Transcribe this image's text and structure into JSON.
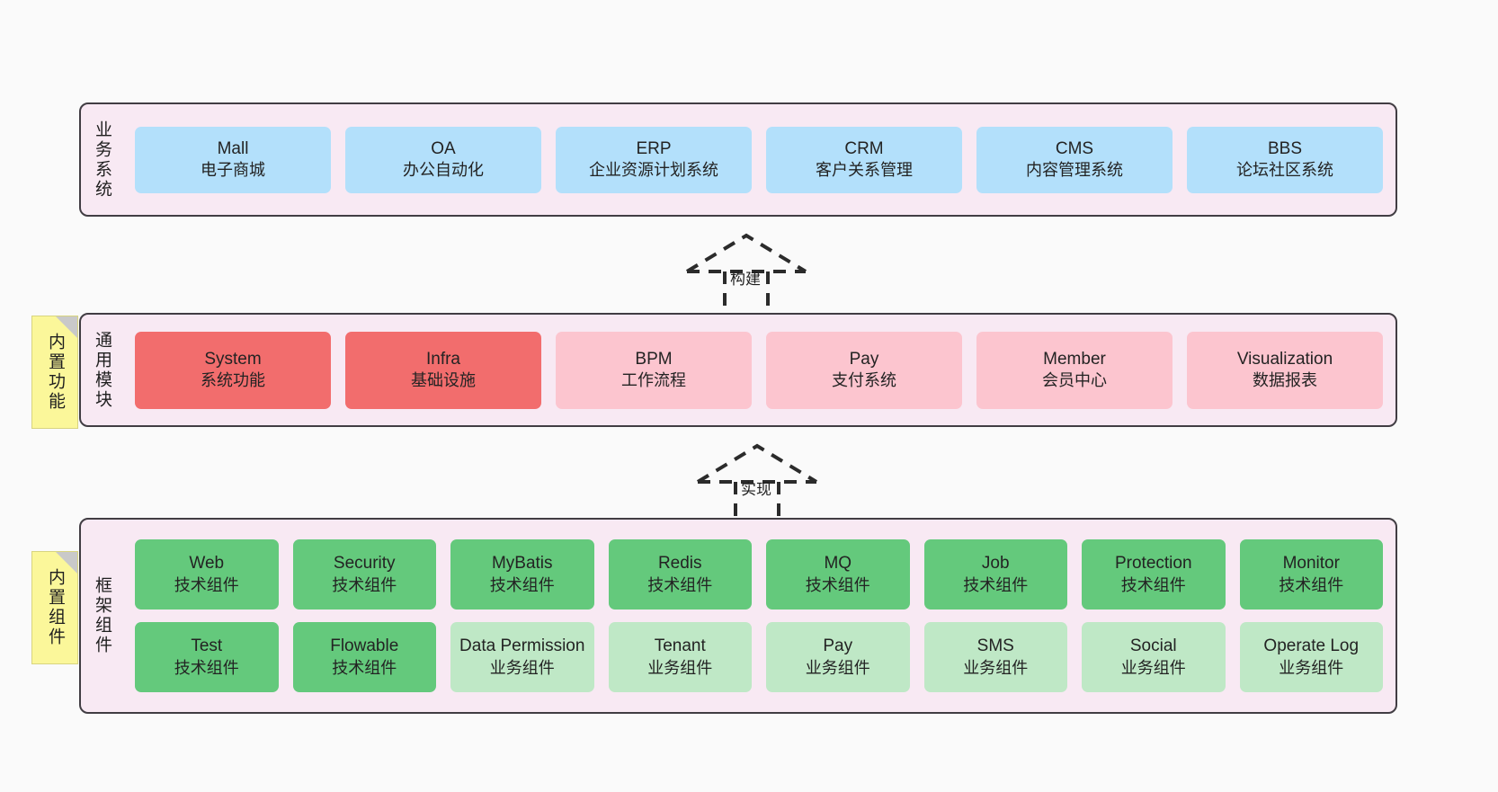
{
  "diagram": {
    "background_color": "#fafafa",
    "layer_fill": "#f8e9f3",
    "layer_border": "#413d43",
    "note_fill": "#fbf79a"
  },
  "business_layer": {
    "title": "业务系统",
    "color": "#b3e0fb",
    "nodes": [
      {
        "name": "Mall",
        "sub": "电子商城"
      },
      {
        "name": "OA",
        "sub": "办公自动化"
      },
      {
        "name": "ERP",
        "sub": "企业资源计划系统"
      },
      {
        "name": "CRM",
        "sub": "客户关系管理"
      },
      {
        "name": "CMS",
        "sub": "内容管理系统"
      },
      {
        "name": "BBS",
        "sub": "论坛社区系统"
      }
    ]
  },
  "connector_build": {
    "label": "构建"
  },
  "module_layer": {
    "title": "通用模块",
    "note": "内置功能",
    "color_primary": "#f26d6d",
    "color_secondary": "#fcc5cf",
    "nodes": [
      {
        "name": "System",
        "sub": "系统功能",
        "style": "red"
      },
      {
        "name": "Infra",
        "sub": "基础设施",
        "style": "red"
      },
      {
        "name": "BPM",
        "sub": "工作流程",
        "style": "pink"
      },
      {
        "name": "Pay",
        "sub": "支付系统",
        "style": "pink"
      },
      {
        "name": "Member",
        "sub": "会员中心",
        "style": "pink"
      },
      {
        "name": "Visualization",
        "sub": "数据报表",
        "style": "pink"
      }
    ]
  },
  "connector_implement": {
    "label": "实现"
  },
  "framework_layer": {
    "title": "框架组件",
    "note": "内置组件",
    "color_tech": "#64c97c",
    "color_biz": "#bfe8c6",
    "row1": [
      {
        "name": "Web",
        "sub": "技术组件",
        "style": "green"
      },
      {
        "name": "Security",
        "sub": "技术组件",
        "style": "green"
      },
      {
        "name": "MyBatis",
        "sub": "技术组件",
        "style": "green"
      },
      {
        "name": "Redis",
        "sub": "技术组件",
        "style": "green"
      },
      {
        "name": "MQ",
        "sub": "技术组件",
        "style": "green"
      },
      {
        "name": "Job",
        "sub": "技术组件",
        "style": "green"
      },
      {
        "name": "Protection",
        "sub": "技术组件",
        "style": "green"
      },
      {
        "name": "Monitor",
        "sub": "技术组件",
        "style": "green"
      }
    ],
    "row2": [
      {
        "name": "Test",
        "sub": "技术组件",
        "style": "green"
      },
      {
        "name": "Flowable",
        "sub": "技术组件",
        "style": "green"
      },
      {
        "name": "Data Permission",
        "sub": "业务组件",
        "style": "lightgreen"
      },
      {
        "name": "Tenant",
        "sub": "业务组件",
        "style": "lightgreen"
      },
      {
        "name": "Pay",
        "sub": "业务组件",
        "style": "lightgreen"
      },
      {
        "name": "SMS",
        "sub": "业务组件",
        "style": "lightgreen"
      },
      {
        "name": "Social",
        "sub": "业务组件",
        "style": "lightgreen"
      },
      {
        "name": "Operate Log",
        "sub": "业务组件",
        "style": "lightgreen"
      }
    ]
  }
}
